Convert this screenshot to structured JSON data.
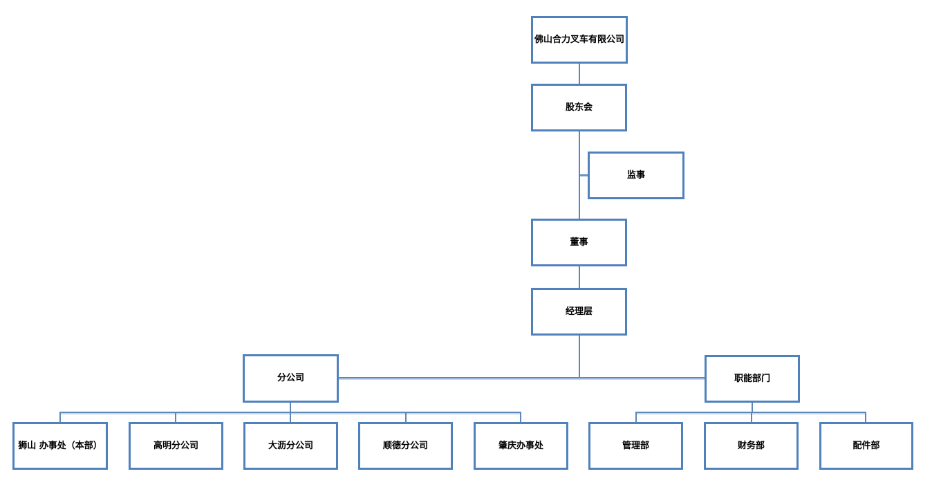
{
  "chart": {
    "type": "org-chart",
    "nodes": {
      "company": {
        "label": "佛山合力叉车有限公司",
        "level": 1
      },
      "shareholders": {
        "label": "股东会",
        "level": 2
      },
      "supervisor": {
        "label": "监事",
        "level": 3
      },
      "director": {
        "label": "董事",
        "level": 3
      },
      "management": {
        "label": "经理层",
        "level": 4
      },
      "branches": {
        "label": "分公司",
        "level": 5
      },
      "functional": {
        "label": "职能部门",
        "level": 5
      },
      "shishan": {
        "label": "狮山 办事处（本部）",
        "level": 6
      },
      "gaoming": {
        "label": "高明分公司",
        "level": 6
      },
      "dali": {
        "label": "大沥分公司",
        "level": 6
      },
      "shunde": {
        "label": "顺德分公司",
        "level": 6
      },
      "zhaoqing": {
        "label": "肇庆办事处",
        "level": 6
      },
      "admin": {
        "label": "管理部",
        "level": 6
      },
      "finance": {
        "label": "财务部",
        "level": 6
      },
      "parts": {
        "label": "配件部",
        "level": 6
      }
    },
    "edges": [
      [
        "company",
        "shareholders"
      ],
      [
        "shareholders",
        "supervisor"
      ],
      [
        "shareholders",
        "director"
      ],
      [
        "director",
        "management"
      ],
      [
        "management",
        "branches"
      ],
      [
        "management",
        "functional"
      ],
      [
        "branches",
        "shishan"
      ],
      [
        "branches",
        "gaoming"
      ],
      [
        "branches",
        "dali"
      ],
      [
        "branches",
        "shunde"
      ],
      [
        "branches",
        "zhaoqing"
      ],
      [
        "functional",
        "admin"
      ],
      [
        "functional",
        "finance"
      ],
      [
        "functional",
        "parts"
      ]
    ],
    "colors": {
      "box_border": "#4f81bd",
      "connector": "#5b87ba",
      "connector_shadow": "#c8d7eb",
      "text": "#000000",
      "background": "#ffffff"
    }
  }
}
